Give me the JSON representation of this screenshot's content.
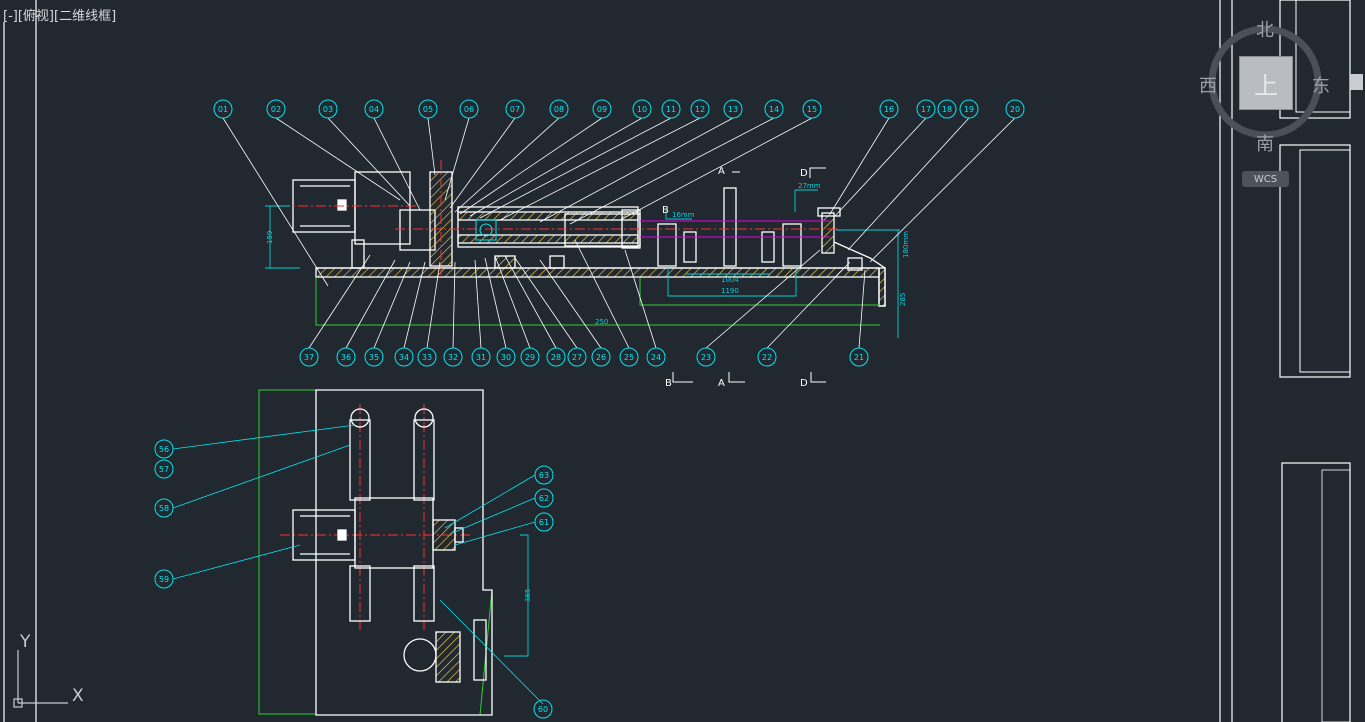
{
  "viewport": {
    "control": "[-]",
    "view": "[俯视]",
    "visual_style": "[二维线框]"
  },
  "viewcube": {
    "north": "北",
    "south": "南",
    "east": "东",
    "west": "西",
    "top_face": "上",
    "wcs_label": "WCS"
  },
  "ucs": {
    "x_label": "X",
    "y_label": "Y"
  },
  "colors": {
    "background": "#212830",
    "balloon": "#00e5ee",
    "geometry": "#ffffff",
    "hatch": "#ffd84a",
    "center": "#ff3030",
    "hidden": "#e000e0",
    "extension": "#33cc33",
    "dimension": "#00d0d8"
  },
  "drawing": {
    "front_view_balloons_top": [
      "01",
      "02",
      "03",
      "04",
      "05",
      "06",
      "07",
      "08",
      "09",
      "10",
      "11",
      "12",
      "13",
      "14",
      "15",
      "16",
      "17",
      "18",
      "19",
      "20"
    ],
    "front_view_balloons_bottom": [
      "37",
      "36",
      "35",
      "34",
      "33",
      "32",
      "31",
      "30",
      "29",
      "28",
      "27",
      "26",
      "25",
      "24",
      "23",
      "22",
      "21"
    ],
    "plan_view_balloons_left": [
      "56",
      "57",
      "58",
      "59"
    ],
    "plan_view_balloons_right": [
      "63",
      "62",
      "61",
      "60"
    ],
    "section_marks": [
      "A",
      "B",
      "D"
    ],
    "dimensions": [
      "159",
      "1004",
      "1190",
      "285",
      "16mm",
      "27mm",
      "250",
      "365",
      "180mm"
    ]
  }
}
